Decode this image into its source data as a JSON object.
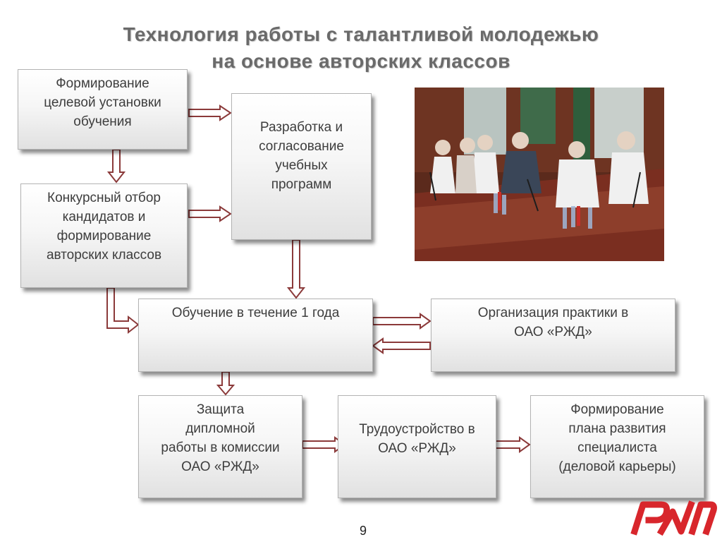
{
  "slide": {
    "title_line1": "Технология работы с талантливой молодежью",
    "title_line2": "на основе авторских классов",
    "page_number": "9"
  },
  "boxes": {
    "goal": [
      "Формирование",
      "целевой установки",
      "обучения"
    ],
    "selection": [
      "Конкурсный отбор",
      "кандидатов и",
      "формирование",
      "авторских классов"
    ],
    "programs": [
      "Разработка и",
      "согласование",
      "учебных",
      "программ"
    ],
    "training": [
      "Обучение в течение 1 года"
    ],
    "practice": [
      "Организация практики в",
      "ОАО «РЖД»"
    ],
    "defense": [
      "Защита",
      "дипломной",
      "работы в комиссии",
      "ОАО «РЖД»"
    ],
    "employment": [
      "Трудоустройство в",
      "ОАО «РЖД»"
    ],
    "career": [
      "Формирование",
      "плана развития",
      "специалиста",
      "(деловой карьеры)"
    ]
  },
  "colors": {
    "arrow_stroke": "#8b3a3a",
    "arrow_fill": "#ffffff",
    "title": "#6a6a6a",
    "logo_red": "#d8262c"
  },
  "icons": {
    "photo": "meeting-photo",
    "logo": "rzd-logo"
  }
}
